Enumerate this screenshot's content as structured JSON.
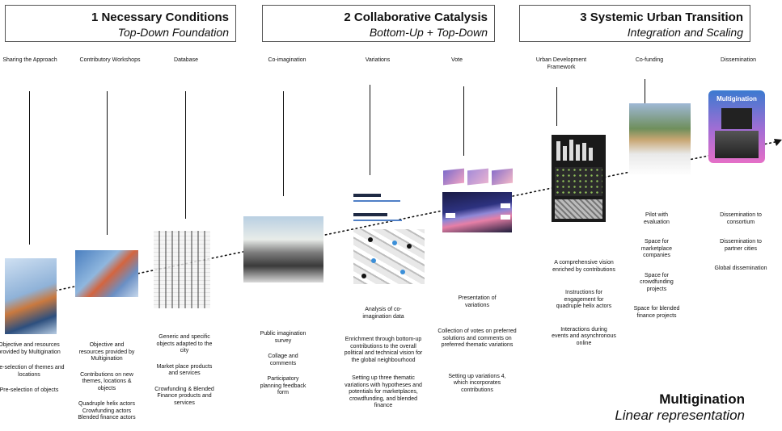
{
  "phases": [
    {
      "title": "1 Necessary Conditions",
      "subtitle": "Top-Down Foundation"
    },
    {
      "title": "2 Collaborative Catalysis",
      "subtitle": "Bottom-Up + Top-Down"
    },
    {
      "title": "3 Systemic Urban Transition",
      "subtitle": "Integration and Scaling"
    }
  ],
  "columns": {
    "c1": {
      "title": "Sharing the Approach",
      "items": [
        "Objective and resources provided by Multigination",
        "Pre-selection of themes and locations",
        "Pre-selection of objects"
      ]
    },
    "c2": {
      "title": "Contributory Workshops",
      "items": [
        "Objective and resources provided by Multigination",
        "Contributions on new themes, locations & objects",
        "Quadruple helix actors Crowfunding actors Blended finance actors"
      ]
    },
    "c3": {
      "title": "Database",
      "items": [
        "Generic and specific objects adapted to the city",
        "Market place products and services",
        "Crowfunding & Blended Finance products and services"
      ]
    },
    "c4": {
      "title": "Co-imagination",
      "items": [
        "Public imagination survey",
        "Collage and comments",
        "Participatory planning feedback form"
      ]
    },
    "c5": {
      "title": "Variations",
      "items": [
        "Analysis of co-imagination data",
        "Enrichment through bottom-up contributions to the overall political and technical vision for the global neighbourhood",
        "Setting up three thematic variations with hypotheses and potentials for marketplaces, crowdfunding, and blended finance"
      ]
    },
    "c6": {
      "title": "Vote",
      "items": [
        "Presentation of variations",
        "Collection of votes on preferred solutions and comments on preferred thematic variations",
        "Setting up variations 4, which incorporates contributions"
      ]
    },
    "c7": {
      "title": "Urban Development Framework",
      "items": [
        "A comprehensive vision enriched by contributions",
        "Instructions for engagement for quadruple helix actors",
        "Interactions during events and asynchronous online"
      ]
    },
    "c8": {
      "title": "Co-funding",
      "items": [
        "Pilot with evaluation",
        "Space for marketplace companies",
        "Space for crowdfunding projects",
        "Space for blended finance projects"
      ]
    },
    "c9": {
      "title": "Dissemination",
      "items": [
        "Dissemination to consortium",
        "Dissemination to partner cities",
        "Global dissemination"
      ]
    }
  },
  "multigination_badge": "Multigination",
  "footer": {
    "title": "Multigination",
    "subtitle": "Linear representation"
  }
}
